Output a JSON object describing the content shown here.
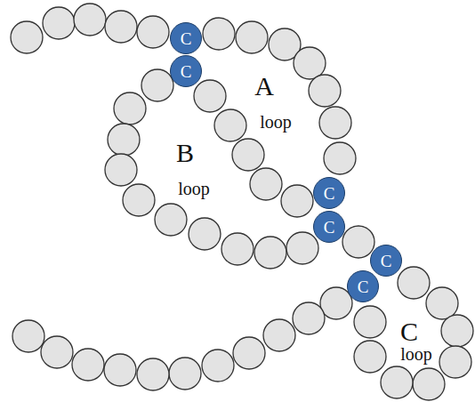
{
  "diagram": {
    "nodes": [
      {
        "text": [
          "C"
        ]
      },
      {
        "text": [
          "C"
        ]
      },
      {
        "text": [
          "C"
        ]
      },
      {
        "text": [
          "C"
        ]
      },
      {
        "text": [
          "C"
        ]
      },
      {
        "text": [
          "C"
        ]
      }
    ],
    "labels": [
      "A",
      "loop",
      "B",
      "loop",
      "C",
      "loop"
    ]
  }
}
